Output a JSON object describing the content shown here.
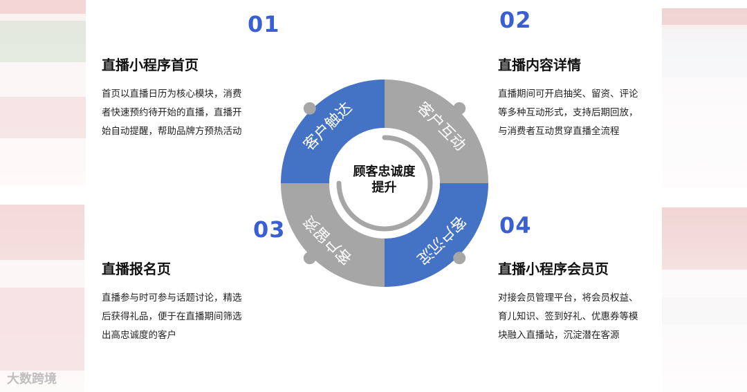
{
  "numbers": {
    "n1": "01",
    "n2": "02",
    "n3": "03",
    "n4": "04"
  },
  "blocks": {
    "b1": {
      "title": "直播小程序首页",
      "lines": [
        "首页以直播日历为核心模块，消费",
        "者快速预约待开始的直播，直播开",
        "始自动提醒，帮助品牌方预热活动"
      ]
    },
    "b2": {
      "title": "直播内容详情",
      "lines": [
        "直播期间可开启抽奖、留资、评论",
        "等多种互动形式，支持后期回放，",
        "与消费者互动贯穿直播全流程"
      ]
    },
    "b3": {
      "title": "直播报名页",
      "lines": [
        "直播参与时可参与话题讨论，精选",
        "后获得礼品，便于在直播期间筛选",
        "出高忠诚度的客户"
      ]
    },
    "b4": {
      "title": "直播小程序会员页",
      "lines": [
        "对接会员管理平台，将会员权益、",
        "育儿知识、签到好礼、优惠券等模",
        "块融入直播站，沉淀潜在客源"
      ]
    }
  },
  "ring": {
    "center_line1": "顾客忠诚度",
    "center_line2": "提升",
    "segments": [
      {
        "label": "客户触达",
        "color": "#4472c4"
      },
      {
        "label": "客户互动",
        "color": "#a6a6a6"
      },
      {
        "label": "客户沉淀",
        "color": "#4472c4"
      },
      {
        "label": "客户留资",
        "color": "#a6a6a6"
      }
    ]
  },
  "watermark": "大数跨境"
}
